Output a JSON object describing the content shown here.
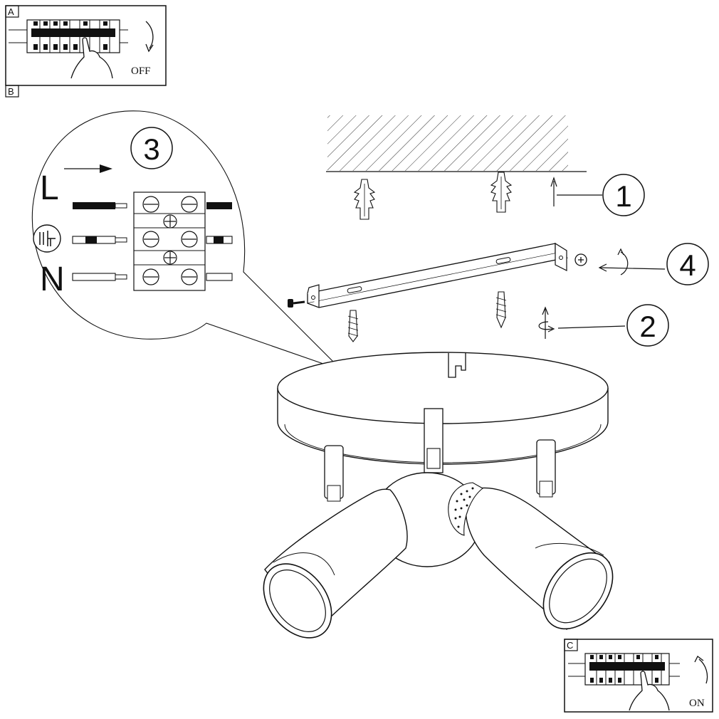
{
  "panels": {
    "a": {
      "tag": "A",
      "label": "OFF"
    },
    "b": {
      "tag": "B"
    },
    "c": {
      "tag": "C",
      "label": "ON"
    }
  },
  "callouts": {
    "one": "1",
    "two": "2",
    "three": "3",
    "four": "4"
  },
  "wiring": {
    "live": "L",
    "neutral": "N",
    "earth_icon": "earth-ground-icon"
  },
  "colors": {
    "line": "#111111",
    "background": "#ffffff"
  }
}
